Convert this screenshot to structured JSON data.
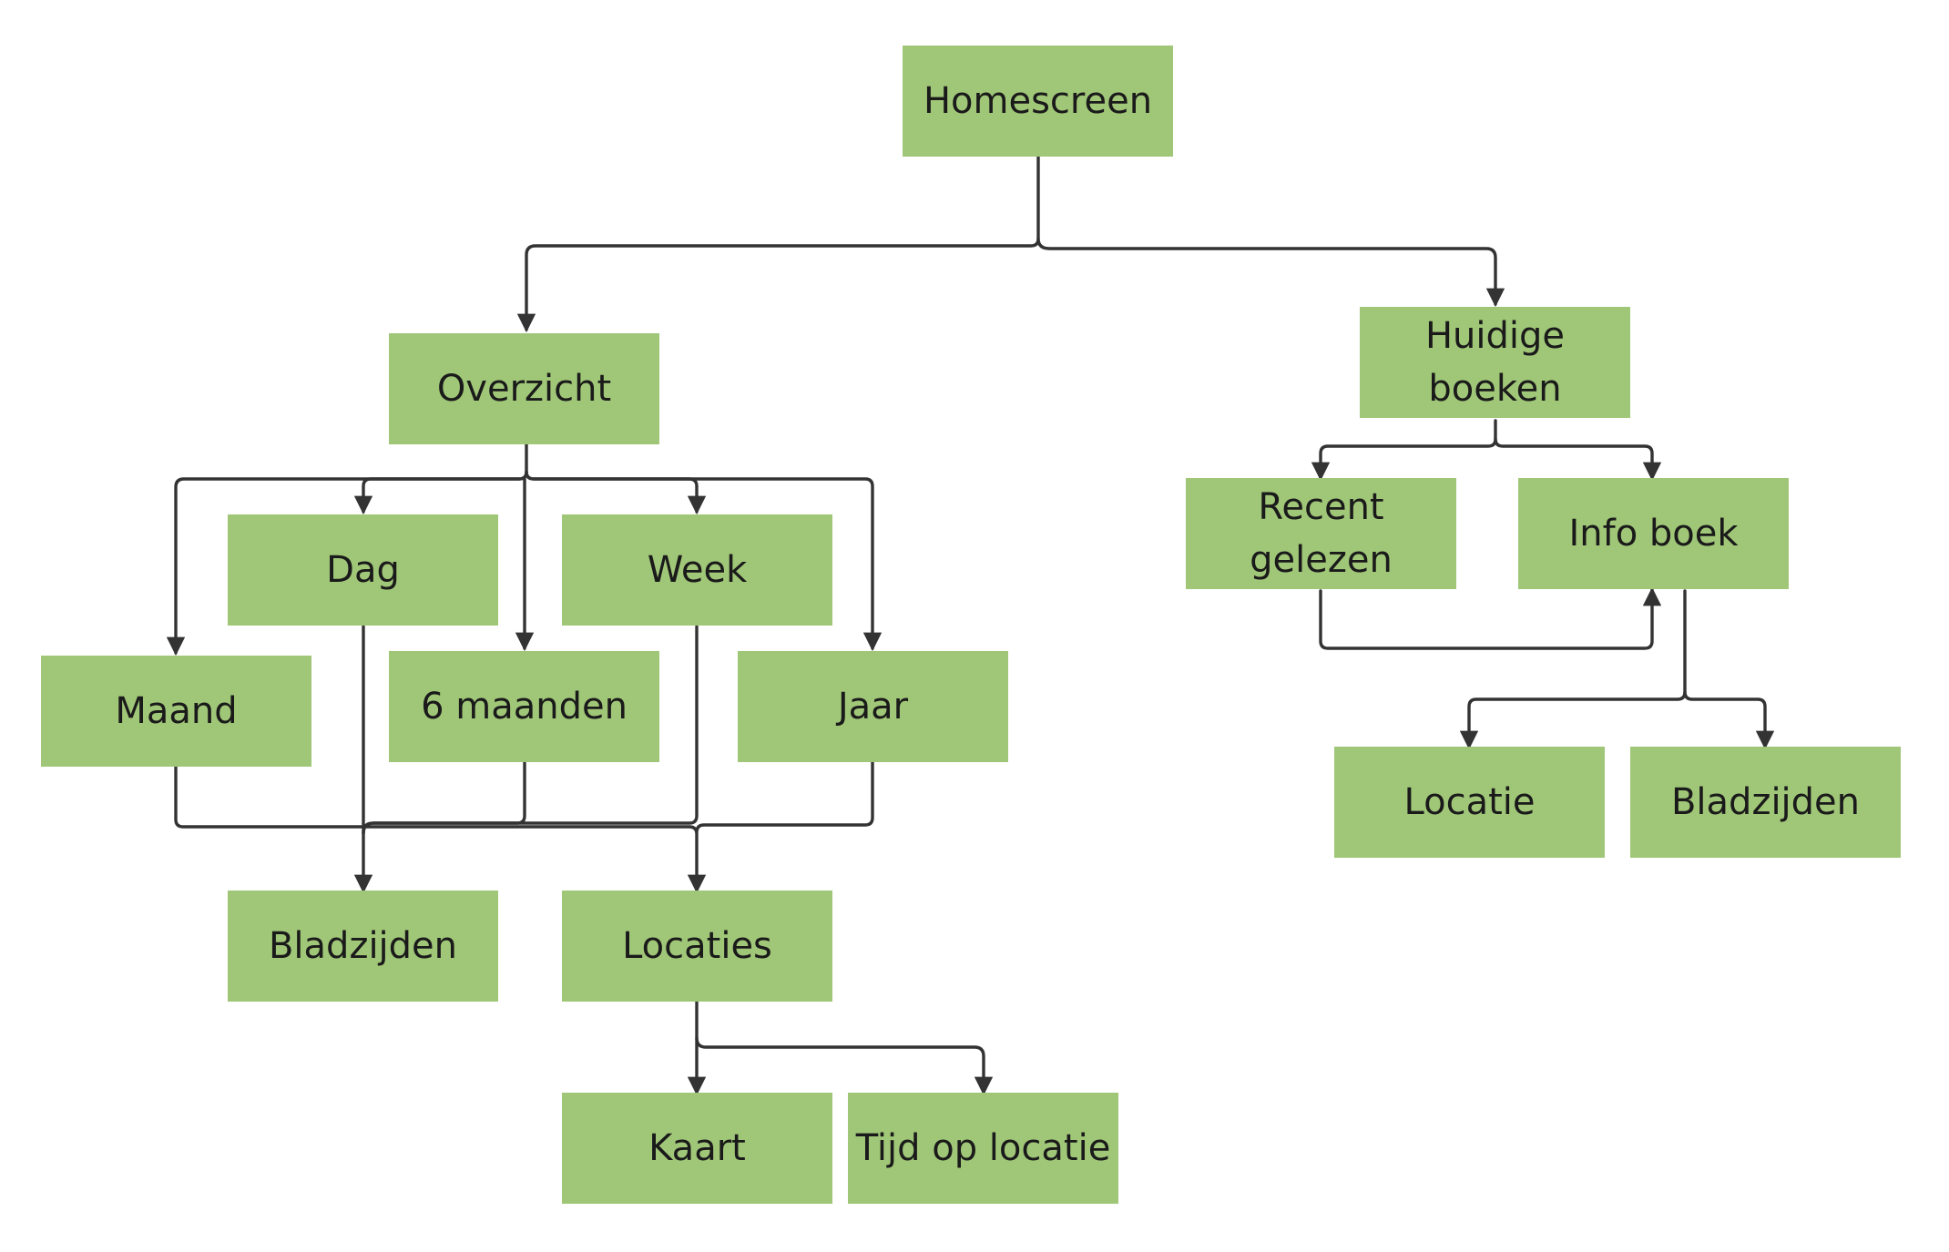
{
  "nodes": {
    "homescreen": "Homescreen",
    "overzicht": "Overzicht",
    "huidige_boeken": "Huidige\nboeken",
    "dag": "Dag",
    "week": "Week",
    "maand": "Maand",
    "zes_maanden": "6 maanden",
    "jaar": "Jaar",
    "bladzijden": "Bladzijden",
    "locaties": "Locaties",
    "kaart": "Kaart",
    "tijd_op_locatie": "Tijd op locatie",
    "recent_gelezen": "Recent\ngelezen",
    "info_boek": "Info boek",
    "locatie": "Locatie",
    "bladzijden_boek": "Bladzijden"
  },
  "colors": {
    "node_fill": "#a0c778",
    "connector": "#333333",
    "text": "#1a1a1a"
  }
}
